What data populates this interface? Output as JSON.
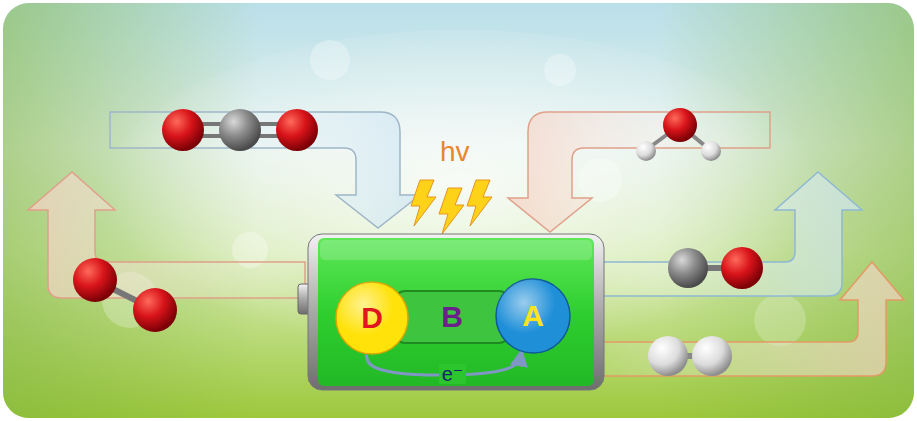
{
  "diagram": {
    "nodes": [
      {
        "text": [
          "D"
        ]
      },
      {
        "text": [
          "B"
        ]
      },
      {
        "text": [
          "A"
        ]
      }
    ],
    "edges": [
      {
        "from": 0,
        "to": 2,
        "label": "e⁻",
        "arrow": "to"
      }
    ],
    "labels": [
      "hv"
    ]
  }
}
